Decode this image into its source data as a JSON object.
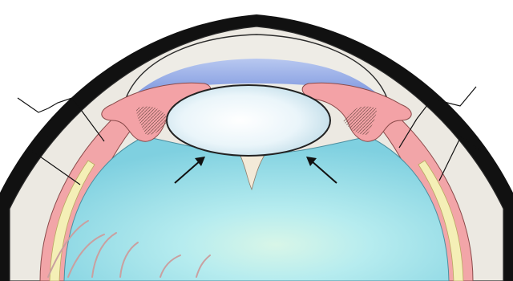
{
  "figure": {
    "subject": "eye-cross-section-anterior-segment",
    "labels": [],
    "colors": {
      "outer_shell": "#111111",
      "sclera": "#ece9e2",
      "anterior_chamber": "#8fa8e6",
      "ciliary_body": "#f2a5a8",
      "lens": "#e6f3f8",
      "vitreous": "#8fd8e6",
      "retina_layer": "#f4efb6",
      "vessels": "#c9a0a0"
    },
    "callouts": {
      "left_bracket": "bracket",
      "right_bracket": "bracket",
      "left_arrow": "arrow",
      "right_arrow": "arrow"
    }
  }
}
